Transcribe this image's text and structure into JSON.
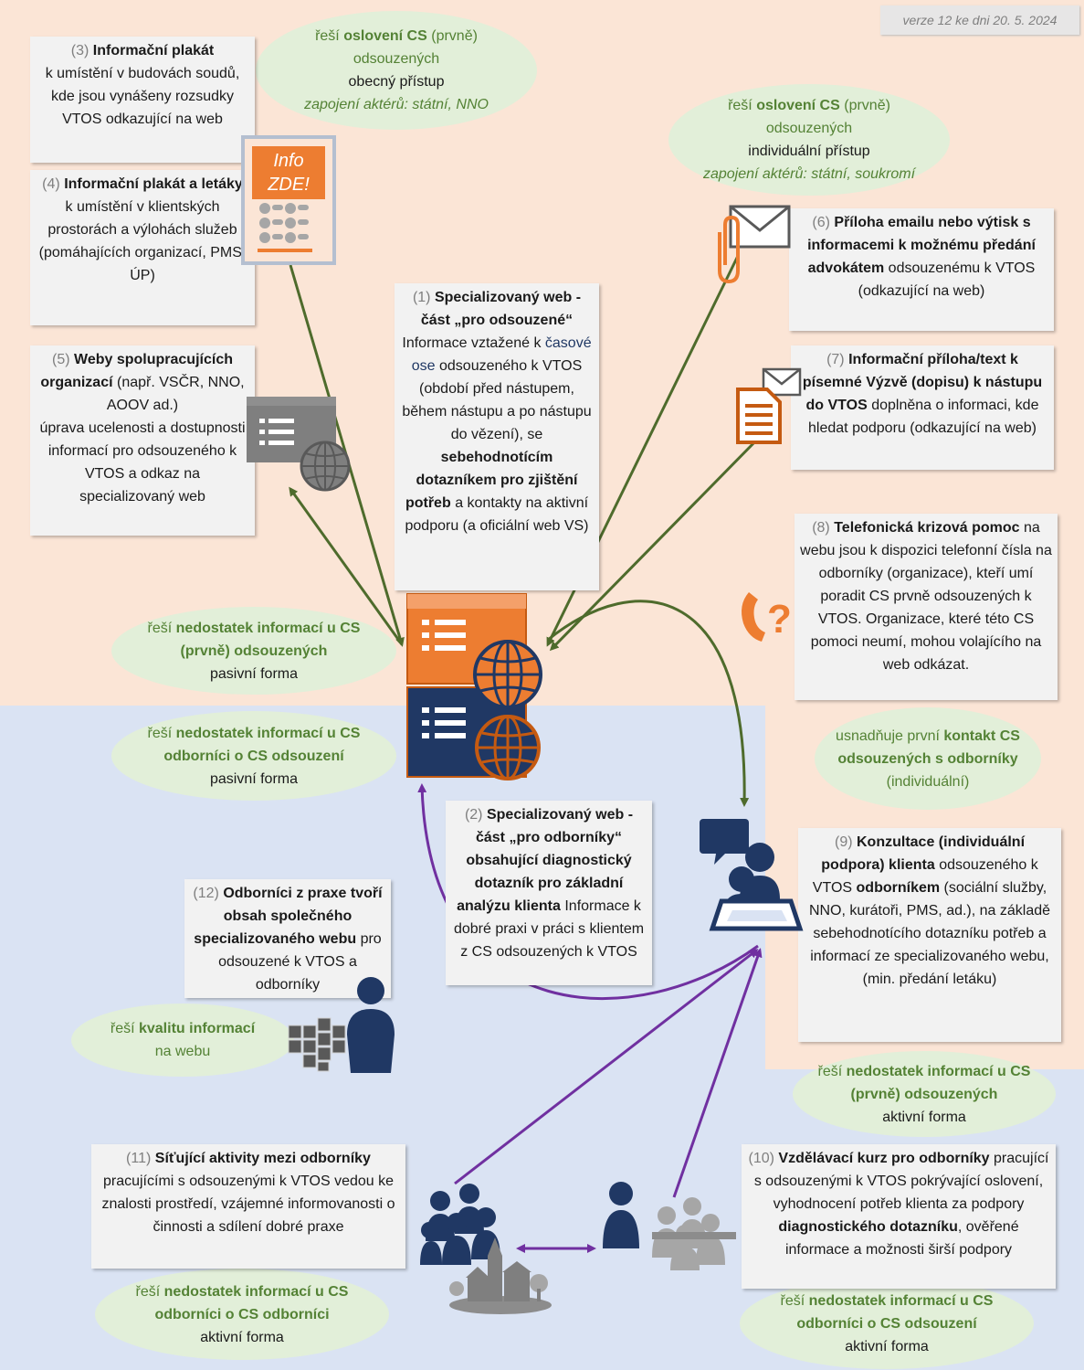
{
  "version": "verze 12 ke dni 20. 5. 2024",
  "items": {
    "i3": {
      "num": "(3)",
      "title": "Informační plakát",
      "rest": "k umístění v budovách soudů, kde jsou vynášeny rozsudky VTOS odkazující na web"
    },
    "i4": {
      "num": "(4)",
      "title": "Informační plakát a letáky",
      "rest": "k umístění v klientských prostorách a výlohách služeb (pomáhajících organizací, PMS, ÚP)"
    },
    "i5": {
      "num": "(5)",
      "title": "Weby spolupracujících organizací",
      "rest1": "(např. VSČR, NNO, AOOV ad.)",
      "rest2": "úprava ucelenosti a dostupnosti informací pro odsouzeného k VTOS a odkaz na specializovaný web"
    },
    "i1": {
      "num": "(1)",
      "title": "Specializovaný web - část „pro odsouzené“",
      "p1": "Informace vztažené k",
      "link": "časové ose",
      "p2": "odsouzeného k VTOS (období před nástupem, během nástupu a po nástupu do vězení), se",
      "bold": "sebehodnotícím dotazníkem pro zjištění potřeb",
      "p3": "a kontakty na aktivní podporu (a oficiální web VS)"
    },
    "i6": {
      "num": "(6)",
      "title": "Příloha emailu nebo výtisk s informacemi k možnému předání advokátem",
      "rest": "odsouzenému k VTOS (odkazující na web)"
    },
    "i7": {
      "num": "(7)",
      "title": "Informační příloha/text k písemné Výzvě (dopisu) k nástupu do VTOS",
      "rest": "doplněna o informaci, kde hledat podporu (odkazující na web)"
    },
    "i8": {
      "num": "(8)",
      "title": "Telefonická krizová pomoc",
      "rest": "na webu jsou k dispozici telefonní čísla na odborníky (organizace), kteří umí poradit CS prvně odsouzených k VTOS. Organizace, které této CS pomoci neumí, mohou volajícího na web odkázat."
    },
    "i2": {
      "num": "(2)",
      "title": "Specializovaný web - část „pro odborníky“",
      "bold": "obsahující diagnostický dotazník pro základní analýzu klienta",
      "rest": "Informace k dobré praxi v práci s klientem z CS odsouzených k VTOS"
    },
    "i12": {
      "num": "(12)",
      "title": "Odborníci z praxe tvoří obsah společného specializovaného webu",
      "rest": "pro odsouzené k VTOS a odborníky"
    },
    "i9": {
      "num": "(9)",
      "title": "Konzultace (individuální podpora) klienta",
      "p1": "odsouzeného k VTOS",
      "bold": "odborníkem",
      "p2": "(sociální služby, NNO, kurátoři, PMS, ad.), na základě sebehodnotícího dotazníku potřeb a informací ze specializovaného webu, (min. předání letáku)"
    },
    "i11": {
      "num": "(11)",
      "title": "Síťující aktivity mezi odborníky",
      "rest": "pracujícími s odsouzenými k VTOS vedou ke znalosti prostředí, vzájemné informovanosti o činnosti a sdílení dobré praxe"
    },
    "i10": {
      "num": "(10)",
      "title": "Vzdělávací kurz pro odborníky",
      "p1": "pracující s odsouzenými k VTOS pokrývající oslovení, vyhodnocení potřeb klienta za podpory",
      "bold": "diagnostického dotazníku",
      "p2": ", ověřené informace a možnosti širší podpory"
    }
  },
  "ellipses": {
    "e1": {
      "a": "řeší",
      "b": "oslovení CS",
      "c": "(prvně)",
      "d": "odsouzených",
      "e": "obecný přístup",
      "f": "zapojení aktérů: státní, NNO"
    },
    "e2": {
      "a": "řeší",
      "b": "oslovení CS",
      "c": "(prvně)",
      "d": "odsouzených",
      "e": "individuální přístup",
      "f": "zapojení aktérů: státní, soukromí"
    },
    "e3": {
      "a": "řeší",
      "b": "nedostatek informací u CS (prvně) odsouzených",
      "c": "pasivní forma"
    },
    "e4": {
      "a": "řeší",
      "b": "nedostatek informací u CS odborníci o CS odsouzení",
      "c": "pasivní forma"
    },
    "e5": {
      "a": "usnadňuje první",
      "b": "kontakt CS odsouzených s odborníky",
      "c": "(individuální)"
    },
    "e6": {
      "a": "řeší",
      "b": "kvalitu informací",
      "c": "na webu"
    },
    "e7": {
      "a": "řeší",
      "b": "nedostatek informací u CS (prvně) odsouzených",
      "c": "aktivní forma"
    },
    "e8": {
      "a": "řeší",
      "b": "nedostatek informací u CS odborníci o CS odborníci",
      "c": "aktivní forma"
    },
    "e9": {
      "a": "řeší",
      "b": "nedostatek informací u CS odborníci o CS odsouzení",
      "c": "aktivní forma"
    }
  },
  "poster": {
    "line1": "Info",
    "line2": "ZDE!"
  },
  "colors": {
    "green_arrow": "#4e6b2c",
    "purple_arrow": "#7030a0",
    "orange": "#ed7d31",
    "navy": "#203864",
    "ellipse": "#e2efd9",
    "box": "#f2f2f2"
  }
}
